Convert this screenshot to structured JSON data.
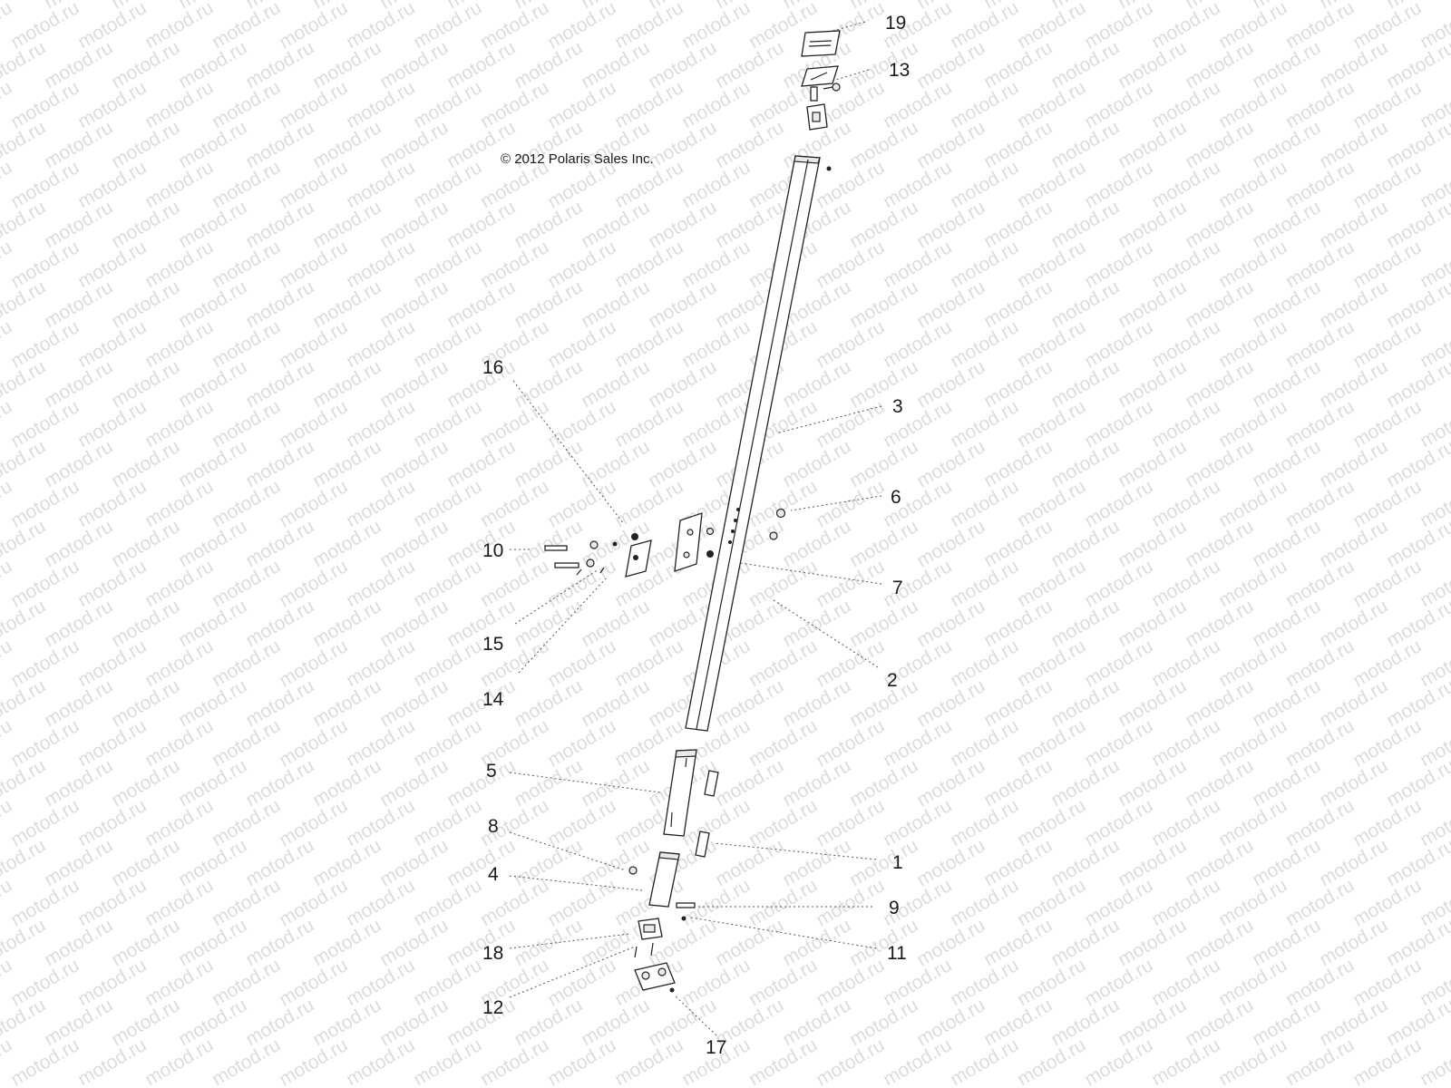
{
  "copyright": "© 2012 Polaris Sales Inc.",
  "watermark": "motod.ru",
  "callouts": [
    "19",
    "13",
    "16",
    "3",
    "6",
    "10",
    "7",
    "15",
    "2",
    "14",
    "5",
    "8",
    "1",
    "4",
    "9",
    "11",
    "18",
    "12",
    "17"
  ]
}
